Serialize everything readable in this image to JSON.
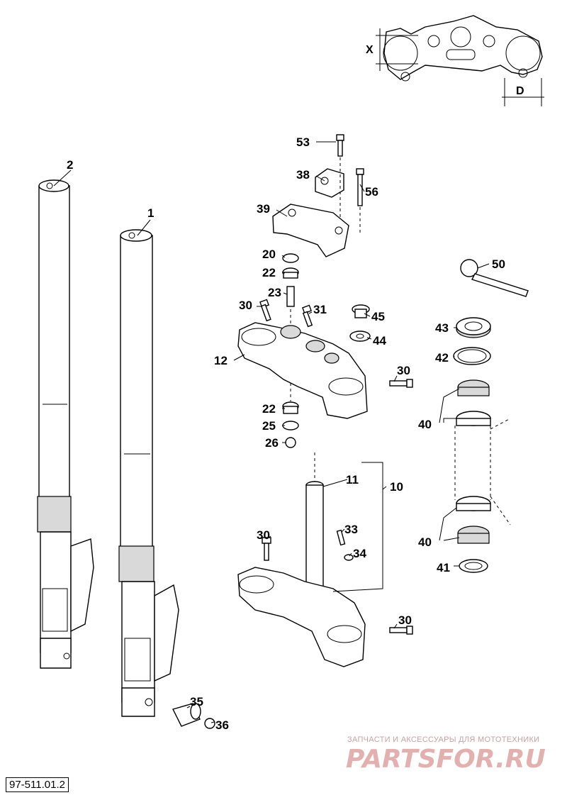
{
  "document_code": "97-511.01.2",
  "dimension_labels": {
    "x": "X",
    "d": "D"
  },
  "parts": {
    "p1": "1",
    "p2": "2",
    "p10": "10",
    "p11": "11",
    "p12": "12",
    "p20": "20",
    "p22a": "22",
    "p22b": "22",
    "p23": "23",
    "p25": "25",
    "p26": "26",
    "p30a": "30",
    "p30b": "30",
    "p30c": "30",
    "p30d": "30",
    "p31": "31",
    "p33": "33",
    "p34": "34",
    "p35": "35",
    "p36": "36",
    "p38": "38",
    "p39": "39",
    "p40a": "40",
    "p40b": "40",
    "p41": "41",
    "p42": "42",
    "p43": "43",
    "p44": "44",
    "p45": "45",
    "p50": "50",
    "p53": "53",
    "p56": "56"
  },
  "watermark": {
    "tagline": "ЗАПЧАСТИ И АКСЕССУАРЫ ДЛЯ МОТОТЕХНИКИ",
    "brand": "PARTSFOR.RU"
  }
}
